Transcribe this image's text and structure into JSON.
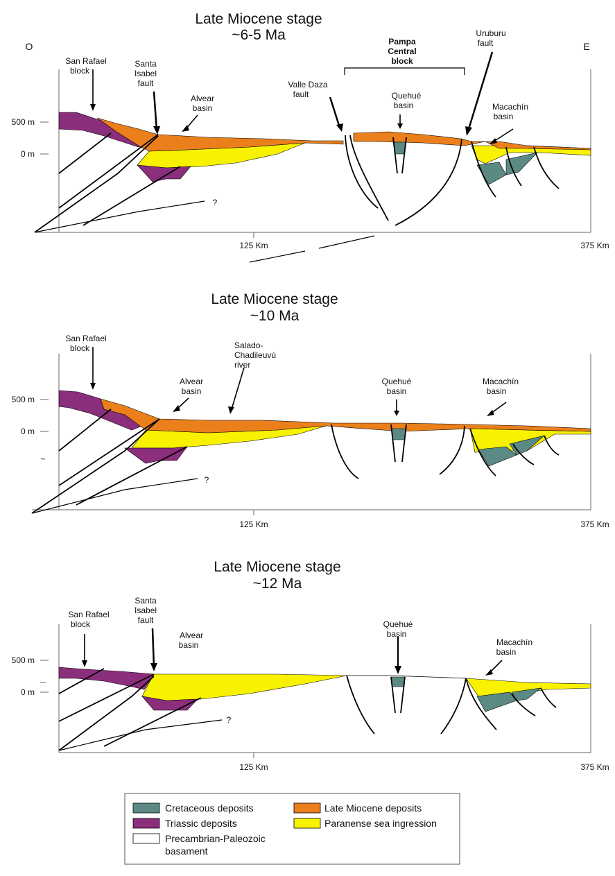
{
  "colors": {
    "cretaceous": "#5b8a84",
    "triassic": "#8b2e7c",
    "late_miocene": "#ea7f1c",
    "paranense": "#f8f200",
    "basement": "#ffffff"
  },
  "panels": [
    {
      "title_line1": "Late Miocene stage",
      "title_line2": "~6-5 Ma",
      "west": "O",
      "east": "E",
      "y_500": "500 m",
      "y_0": "0 m",
      "x_mid": "125 Km",
      "x_end": "375 Km",
      "question": "?",
      "labels": {
        "san_rafael_1": "San Rafael",
        "san_rafael_2": "block",
        "santa_isabel_1": "Santa",
        "santa_isabel_2": "Isabel",
        "santa_isabel_3": "fault",
        "alvear_1": "Alvear",
        "alvear_2": "basin",
        "valle_daza_1": "Valle Daza",
        "valle_daza_2": "fault",
        "pampa_1": "Pampa",
        "pampa_2": "Central",
        "pampa_3": "block",
        "quehue_1": "Quehué",
        "quehue_2": "basin",
        "uruburu_1": "Uruburu",
        "uruburu_2": "fault",
        "macachin_1": "Macachín",
        "macachin_2": "basin"
      }
    },
    {
      "title_line1": "Late Miocene stage",
      "title_line2": "~10 Ma",
      "y_500": "500 m",
      "y_0": "0 m",
      "tilde": "~",
      "x_mid": "125 Km",
      "x_end": "375 Km",
      "question": "?",
      "labels": {
        "san_rafael_1": "San Rafael",
        "san_rafael_2": "block",
        "alvear_1": "Alvear",
        "alvear_2": "basin",
        "salado_1": "Salado-",
        "salado_2": "Chadileuvú",
        "salado_3": "river",
        "quehue_1": "Quehué",
        "quehue_2": "basin",
        "macachin_1": "Macachín",
        "macachin_2": "basin"
      }
    },
    {
      "title_line1": "Late Miocene stage",
      "title_line2": "~12 Ma",
      "y_500": "500 m",
      "y_0": "0 m",
      "x_mid": "125 Km",
      "x_end": "375 Km",
      "question": "?",
      "labels": {
        "san_rafael_1": "San Rafael",
        "san_rafael_2": "block",
        "santa_isabel_1": "Santa",
        "santa_isabel_2": "Isabel",
        "santa_isabel_3": "fault",
        "alvear_1": "Alvear",
        "alvear_2": "basin",
        "quehue_1": "Quehué",
        "quehue_2": "basin",
        "macachin_1": "Macachín",
        "macachin_2": "basin"
      }
    }
  ],
  "legend": {
    "cretaceous": "Cretaceous deposits",
    "triassic": "Triassic deposits",
    "basement_1": "Precambrian-Paleozoic",
    "basement_2": "basament",
    "late_miocene": "Late Miocene deposits",
    "paranense": "Paranense sea ingression"
  }
}
